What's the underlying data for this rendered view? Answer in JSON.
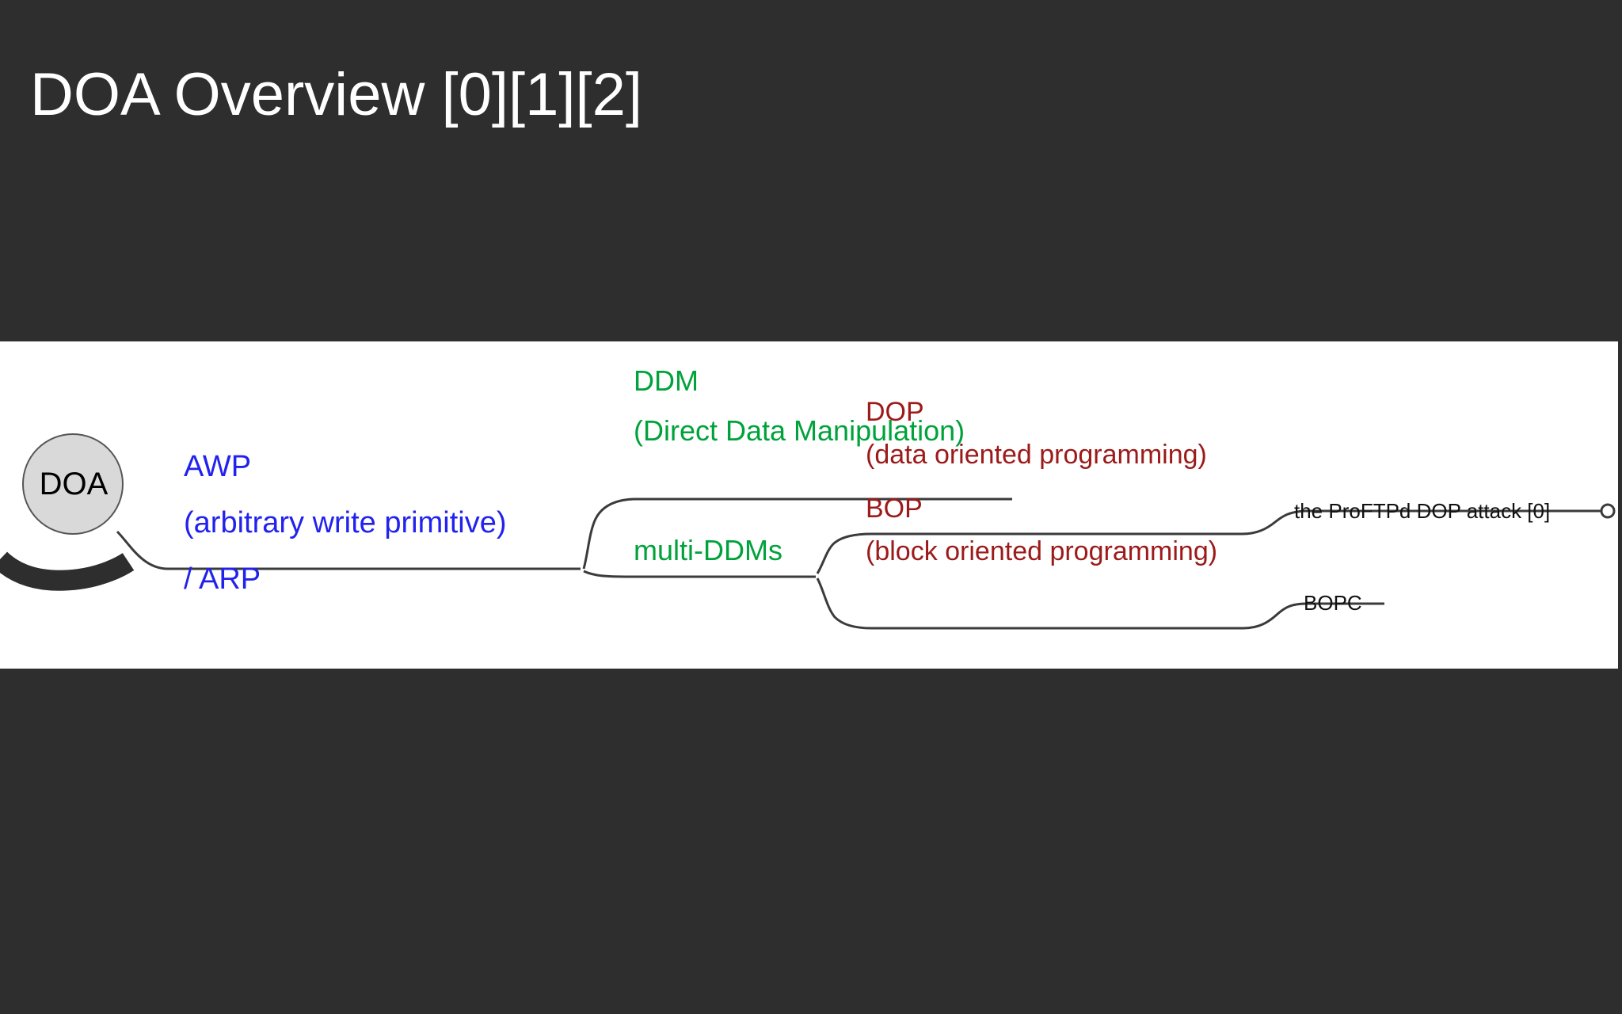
{
  "slide": {
    "title": "DOA Overview [0][1][2]",
    "background_color": "#2e2e2e",
    "title_color": "#ffffff"
  },
  "mindmap": {
    "panel_background": "#ffffff",
    "root": {
      "label": "DOA",
      "shape": "ellipse",
      "fill": "#d9d9d9",
      "stroke": "#555555",
      "text_color": "#000000"
    },
    "branches": [
      {
        "id": "awp",
        "color": "#2222ee",
        "lines": [
          "AWP",
          "(arbitrary write primitive)",
          "/ ARP"
        ]
      },
      {
        "id": "ddm",
        "color": "#00a23b",
        "lines": [
          "DDM",
          "(Direct Data Manipulation)"
        ]
      },
      {
        "id": "multi-ddms",
        "color": "#00a23b",
        "lines": [
          "multi-DDMs"
        ]
      },
      {
        "id": "dop",
        "color": "#9c1a1a",
        "lines": [
          "DOP",
          "(data oriented programming)"
        ]
      },
      {
        "id": "bop",
        "color": "#9c1a1a",
        "lines": [
          "BOP",
          "(block oriented programming)"
        ]
      },
      {
        "id": "proftpd",
        "color": "#111111",
        "lines": [
          "the ProFTPd DOP attack [0]"
        ]
      },
      {
        "id": "bopc",
        "color": "#111111",
        "lines": [
          "BOPC"
        ]
      }
    ],
    "labels": {
      "root": "DOA",
      "awp_1": "AWP",
      "awp_2": "(arbitrary write primitive)",
      "awp_3": "/ ARP",
      "ddm_1": "DDM",
      "ddm_2": "(Direct Data Manipulation)",
      "multi_ddms": "multi-DDMs",
      "dop_1": "DOP",
      "dop_2": "(data oriented programming)",
      "bop_1": "BOP",
      "bop_2": "(block oriented programming)",
      "proftpd": "the ProFTPd DOP attack [0]",
      "bopc": "BOPC"
    }
  }
}
